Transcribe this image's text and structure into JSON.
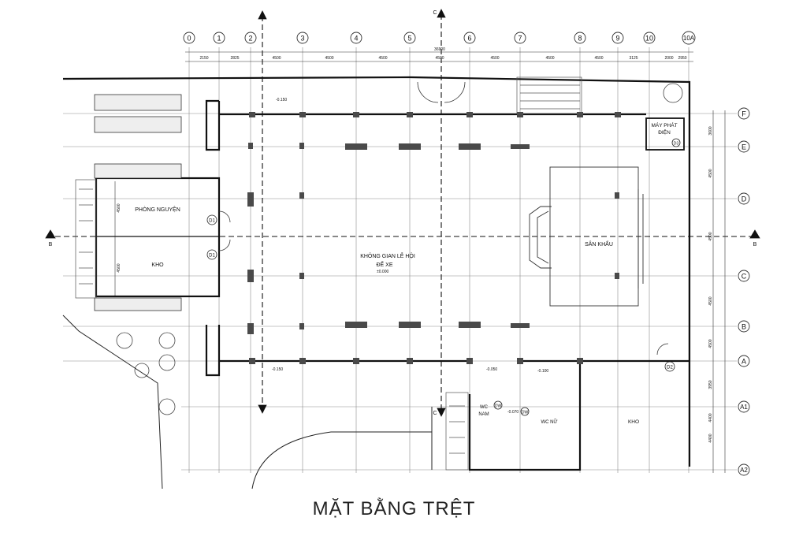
{
  "title": "MẶT BẰNG TRỆT",
  "grid_top": [
    "0",
    "1",
    "2",
    "3",
    "4",
    "5",
    "6",
    "7",
    "8",
    "9",
    "10",
    "10A"
  ],
  "grid_right": [
    "F",
    "E",
    "D",
    "C",
    "B",
    "A",
    "A1",
    "A2"
  ],
  "dims_top": [
    "2150",
    "2825",
    "4500",
    "4500",
    "4500",
    "4500",
    "4500",
    "4500",
    "4500",
    "3125",
    "2000",
    "2950"
  ],
  "dim_total": "36900",
  "dims_right": [
    "3600",
    "4500",
    "4500",
    "4500",
    "4500",
    "3950",
    "4400",
    "4400"
  ],
  "dims_left": [
    "4500",
    "4500"
  ],
  "rooms": {
    "phong_nguyen": "PHÒNG NGUYỆN",
    "kho_left": "KHO",
    "main_hall": "KHÔNG GIAN LỄ HỘI",
    "parking": "ĐỂ XE",
    "stage": "SÂN KHẤU",
    "generator_1": "MÁY PHÁT",
    "generator_2": "ĐIỆN",
    "wc_nam_1": "WC",
    "wc_nam_2": "NAM",
    "wc_nu": "WC NỮ",
    "kho_right": "KHO"
  },
  "levels": {
    "hall": "±0.000",
    "top_left": "-0.150",
    "bottom_left": "-0.150",
    "bottom_mid": "-0.050",
    "bottom_right": "-0.100",
    "wc": "-0.070"
  },
  "doors": {
    "d1": "D1",
    "d2": "D2",
    "d3": "D3",
    "dw": "DW"
  },
  "section_marks": {
    "b": "B",
    "c": "C"
  }
}
